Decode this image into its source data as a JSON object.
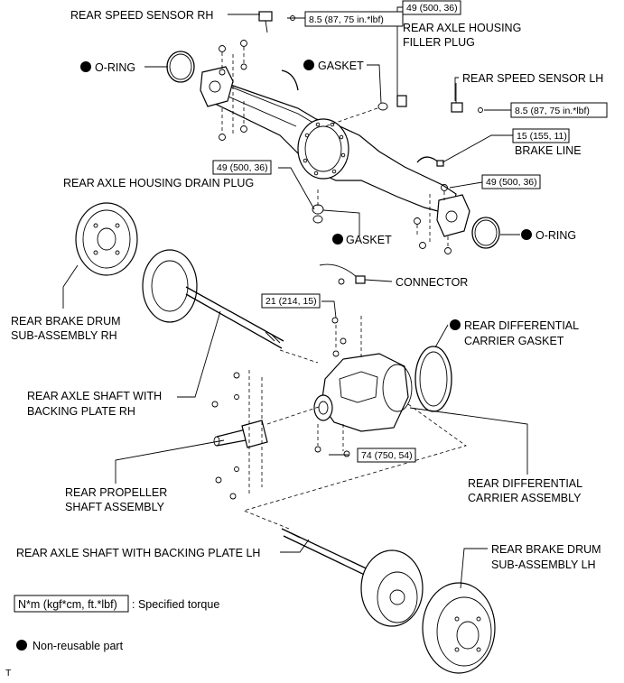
{
  "labels": {
    "rear_speed_sensor_rh": "REAR SPEED SENSOR RH",
    "torque_sensor_rh": "8.5 (87, 75 in.*lbf)",
    "torque_filler_plug": "49 (500, 36)",
    "filler_plug_line1": "REAR AXLE HOUSING",
    "filler_plug_line2": "FILLER PLUG",
    "o_ring_left": "O-RING",
    "gasket_top": "GASKET",
    "rear_speed_sensor_lh": "REAR SPEED SENSOR LH",
    "torque_sensor_lh": "8.5 (87, 75 in.*lbf)",
    "torque_brake_line": "15 (155, 11)",
    "brake_line": "BRAKE LINE",
    "torque_drain_plug": "49 (500, 36)",
    "drain_plug": "REAR AXLE HOUSING DRAIN PLUG",
    "torque_housing_right": "49 (500, 36)",
    "gasket_bottom": "GASKET",
    "o_ring_right": "O-RING",
    "connector": "CONNECTOR",
    "torque_carrier_nut": "21 (214, 15)",
    "brake_drum_rh_line1": "REAR BRAKE DRUM",
    "brake_drum_rh_line2": "SUB-ASSEMBLY RH",
    "carrier_gasket_line1": "REAR DIFFERENTIAL",
    "carrier_gasket_line2": "CARRIER GASKET",
    "axle_shaft_rh_line1": "REAR AXLE SHAFT WITH",
    "axle_shaft_rh_line2": "BACKING PLATE RH",
    "torque_propeller": "74 (750, 54)",
    "carrier_assembly_line1": "REAR DIFFERENTIAL",
    "carrier_assembly_line2": "CARRIER ASSEMBLY",
    "propeller_line1": "REAR PROPELLER",
    "propeller_line2": "SHAFT ASSEMBLY",
    "axle_shaft_lh": "REAR AXLE SHAFT WITH BACKING PLATE LH",
    "brake_drum_lh_line1": "REAR BRAKE DRUM",
    "brake_drum_lh_line2": "SUB-ASSEMBLY LH"
  },
  "legend": {
    "torque_unit_box": "N*m (kgf*cm, ft.*lbf)",
    "torque_unit_desc": ": Specified torque",
    "non_reusable": "Non-reusable part"
  },
  "footer_mark": "T"
}
